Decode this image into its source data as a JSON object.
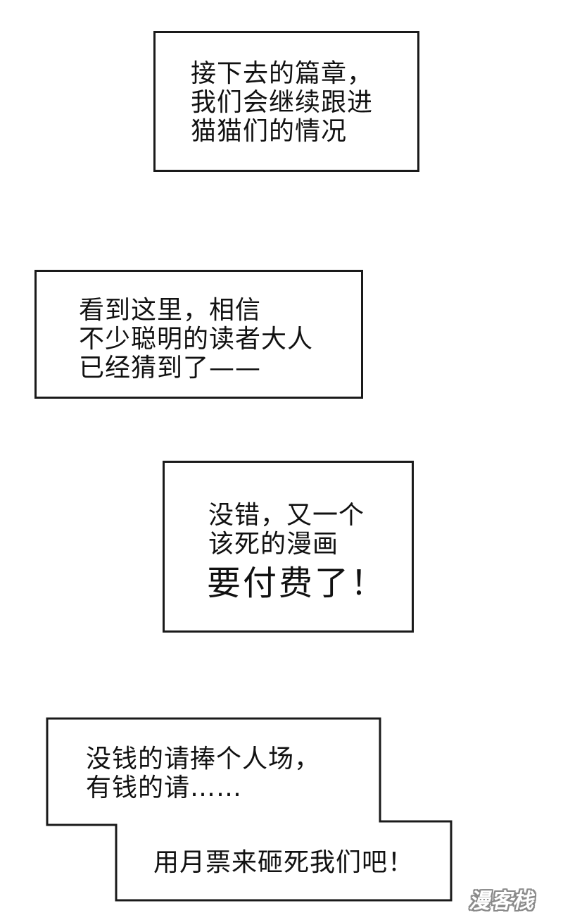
{
  "panels": [
    {
      "lines": [
        "接下去的篇章，",
        "我们会继续跟进",
        "猫猫们的情况"
      ]
    },
    {
      "lines": [
        "看到这里，相信",
        "不少聪明的读者大人",
        "已经猜到了——"
      ]
    },
    {
      "lines": [
        "没错，又一个",
        "该死的漫画"
      ],
      "emphasis": "要付费了！"
    },
    {
      "lines": [
        "没钱的请捧个人场，",
        "有钱的请……"
      ],
      "second": "用月票来砸死我们吧！"
    }
  ],
  "watermark": "漫客栈",
  "colors": {
    "border": "#1a1a1a",
    "text": "#111111",
    "background": "#ffffff"
  }
}
